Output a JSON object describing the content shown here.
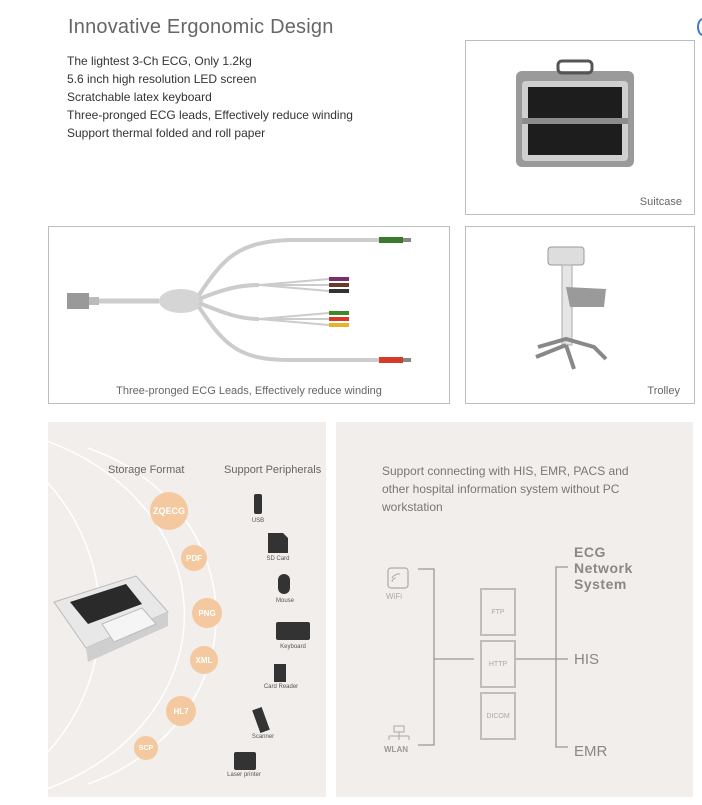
{
  "header": {
    "title": "Innovative Ergonomic Design",
    "features": [
      "The lightest 3-Ch ECG, Only 1.2kg",
      "5.6 inch high resolution LED screen",
      "Scratchable latex keyboard",
      "Three-pronged ECG leads, Effectively reduce winding",
      "Support thermal folded and roll paper"
    ]
  },
  "suitcase": {
    "caption": "Suitcase"
  },
  "leads": {
    "caption": "Three-pronged ECG Leads, Effectively reduce winding"
  },
  "trolley": {
    "caption": "Trolley"
  },
  "storage": {
    "heading": "Storage Format",
    "formats": [
      "ZQECG",
      "PDF",
      "PNG",
      "XML",
      "HL7",
      "SCP"
    ]
  },
  "peripherals": {
    "heading": "Support Peripherals",
    "items": [
      "USB",
      "SD Card",
      "Mouse",
      "Keyboard",
      "Card Reader",
      "Scanner",
      "Laser printer"
    ]
  },
  "network": {
    "description": "Support connecting with HIS, EMR, PACS and other hospital information system without PC workstation",
    "inputs": [
      "WiFi",
      "WLAN"
    ],
    "protocols": [
      "FTP",
      "HTTP",
      "DICOM"
    ],
    "targets": [
      "ECG Network System",
      "HIS",
      "EMR"
    ]
  },
  "colors": {
    "accent": "#f4c9a0",
    "panel": "#f2eeeb",
    "border": "#bdbdbd"
  }
}
